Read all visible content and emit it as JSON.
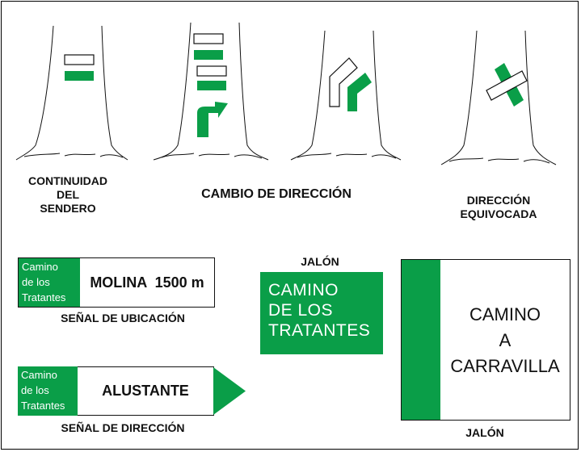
{
  "colors": {
    "green": "#0a9e48",
    "black": "#111111",
    "white": "#ffffff"
  },
  "trail_marks": {
    "continuity": {
      "label_lines": [
        "CONTINUIDAD",
        "DEL",
        "SENDERO"
      ]
    },
    "direction_change": {
      "label": "CAMBIO DE DIRECCIÓN"
    },
    "wrong_direction": {
      "label_lines": [
        "DIRECCIÓN",
        "EQUIVOCADA"
      ]
    }
  },
  "location_sign": {
    "panel_lines": [
      "Camino",
      "de los",
      "Tratantes"
    ],
    "text": "MOLINA  1500 m",
    "caption": "SEÑAL DE UBICACIÓN"
  },
  "direction_sign": {
    "panel_lines": [
      "Camino",
      "de los",
      "Tratantes"
    ],
    "text": "ALUSTANTE",
    "caption": "SEÑAL DE DIRECCIÓN"
  },
  "jalon_green": {
    "caption": "JALÓN",
    "lines": [
      "CAMINO",
      "DE LOS",
      "TRATANTES"
    ]
  },
  "jalon_white": {
    "lines": [
      "CAMINO",
      "A",
      "CARRAVILLA"
    ],
    "caption": "JALÓN"
  }
}
